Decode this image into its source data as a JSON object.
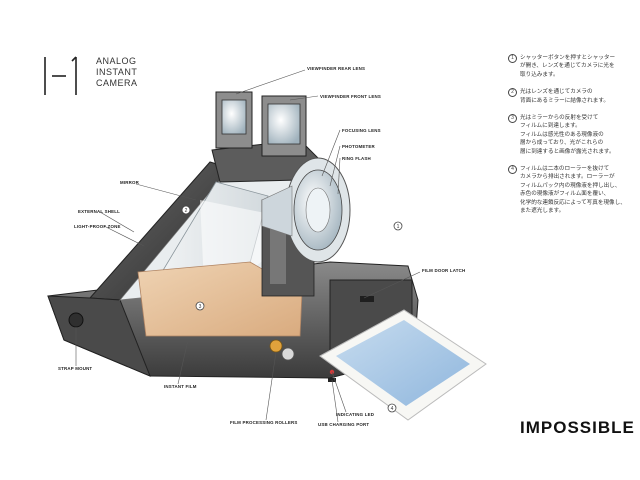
{
  "logo": {
    "mark": "I–1",
    "lines": [
      "ANALOG",
      "INSTANT",
      "CAMERA"
    ]
  },
  "brand": "IMPOSSIBLE",
  "notes": [
    {
      "num": "1",
      "lines": [
        "シャッターボタンを押すとシャッター",
        "が開き、レンズを通じてカメラに光を",
        "取り込みます。"
      ]
    },
    {
      "num": "2",
      "lines": [
        "光はレンズを通じてカメラの",
        "背面にあるミラーに結像されます。"
      ]
    },
    {
      "num": "3",
      "lines": [
        "光はミラーからの反射を受けて",
        "フィルムに到達します。",
        "フィルムは感光性のある現像液の",
        "層から成っており、光がこれらの",
        "層に到達すると画像が露光されます。"
      ]
    },
    {
      "num": "4",
      "lines": [
        "フィルムは二本のローラーを抜けて",
        "カメラから排出されます。ローラーが",
        "フィルムパック内の現像液を押し出し、",
        "赤色の現像液がフィルム面を覆い、",
        "化学的な連鎖反応によって写真を現像し、",
        "また遮光します。"
      ]
    }
  ],
  "labels": {
    "viewfinder_rear_lens": "VIEWFINDER REAR LENS",
    "viewfinder_front_lens": "VIEWFINDER FRONT LENS",
    "focusing_lens": "FOCUSING LENS",
    "photometer": "PHOTOMETER",
    "ring_flash": "RING FLASH",
    "mirror": "MIRROR",
    "external_shell": "EXTERNAL SHELL",
    "light_proof_zone": "LIGHT-PROOF ZONE",
    "film_door_latch": "FILM DOOR LATCH",
    "strap_mount": "STRAP MOUNT",
    "instant_film": "INSTANT FILM",
    "film_processing_rollers": "FILM PROCESSING ROLLERS",
    "indicating_led": "INDICATING LED",
    "usb_charging_port": "USB CHARGING PORT"
  },
  "markers": {
    "m1": "1",
    "m2": "2",
    "m3": "3",
    "m4": "4"
  },
  "colors": {
    "body": "#3a3a3a",
    "film": "#e8c9a6",
    "photo": "#a9c9e8",
    "lens": "#cfd9e0"
  }
}
